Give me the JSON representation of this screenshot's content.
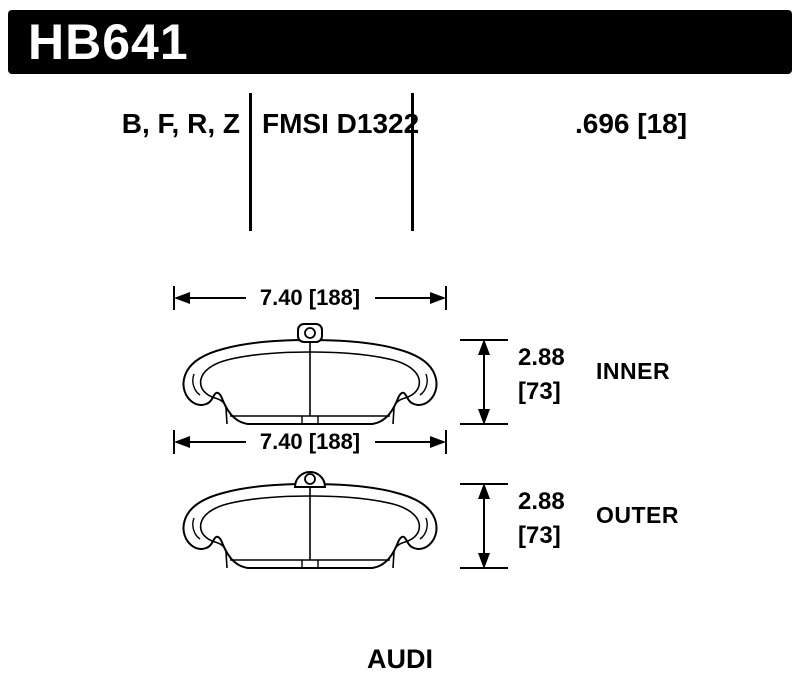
{
  "header": {
    "part_number": "HB641"
  },
  "spec_row": {
    "compound_codes": "B, F, R, Z",
    "fmsi": "FMSI D1322",
    "thickness": ".696 [18]"
  },
  "views": [
    {
      "label": "INNER",
      "width_dim": "7.40 [188]",
      "thickness_in": "2.88",
      "thickness_mm": "[73]"
    },
    {
      "label": "OUTER",
      "width_dim": "7.40 [188]",
      "thickness_in": "2.88",
      "thickness_mm": "[73]"
    }
  ],
  "footer": {
    "vehicle_make": "AUDI"
  },
  "colors": {
    "header_bg": "#000000",
    "header_fg": "#ffffff",
    "line": "#000000",
    "background": "#ffffff"
  }
}
